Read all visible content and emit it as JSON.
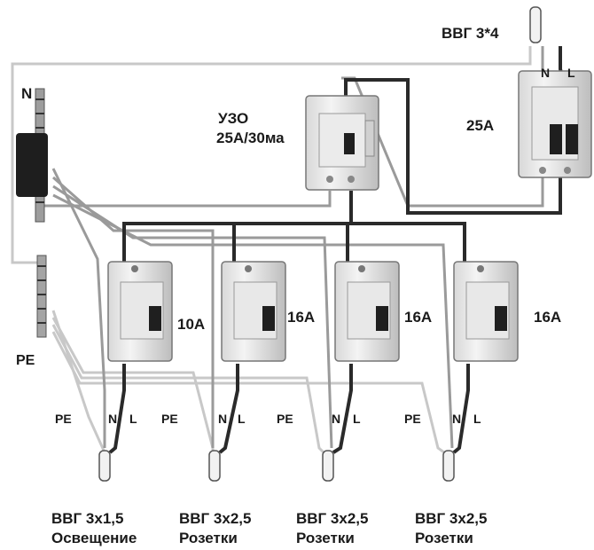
{
  "supply": {
    "cable": "ВВГ 3*4",
    "n": "N",
    "l": "L",
    "main_breaker": "25A"
  },
  "rcd": {
    "line1": "УЗО",
    "line2": "25A/30ма"
  },
  "busbars": {
    "neutral": "N",
    "earth": "PE"
  },
  "breakers": [
    {
      "rating": "10A"
    },
    {
      "rating": "16A"
    },
    {
      "rating": "16A"
    },
    {
      "rating": "16A"
    }
  ],
  "outputs": [
    {
      "pe": "PE",
      "n": "N",
      "l": "L",
      "cable": "ВВГ 3х1,5",
      "purpose": "Освещение"
    },
    {
      "pe": "PE",
      "n": "N",
      "l": "L",
      "cable": "ВВГ 3х2,5",
      "purpose": "Розетки"
    },
    {
      "pe": "PE",
      "n": "N",
      "l": "L",
      "cable": "ВВГ 3х2,5",
      "purpose": "Розетки"
    },
    {
      "pe": "PE",
      "n": "N",
      "l": "L",
      "cable": "ВВГ 3х2,5",
      "purpose": "Розетки"
    }
  ]
}
